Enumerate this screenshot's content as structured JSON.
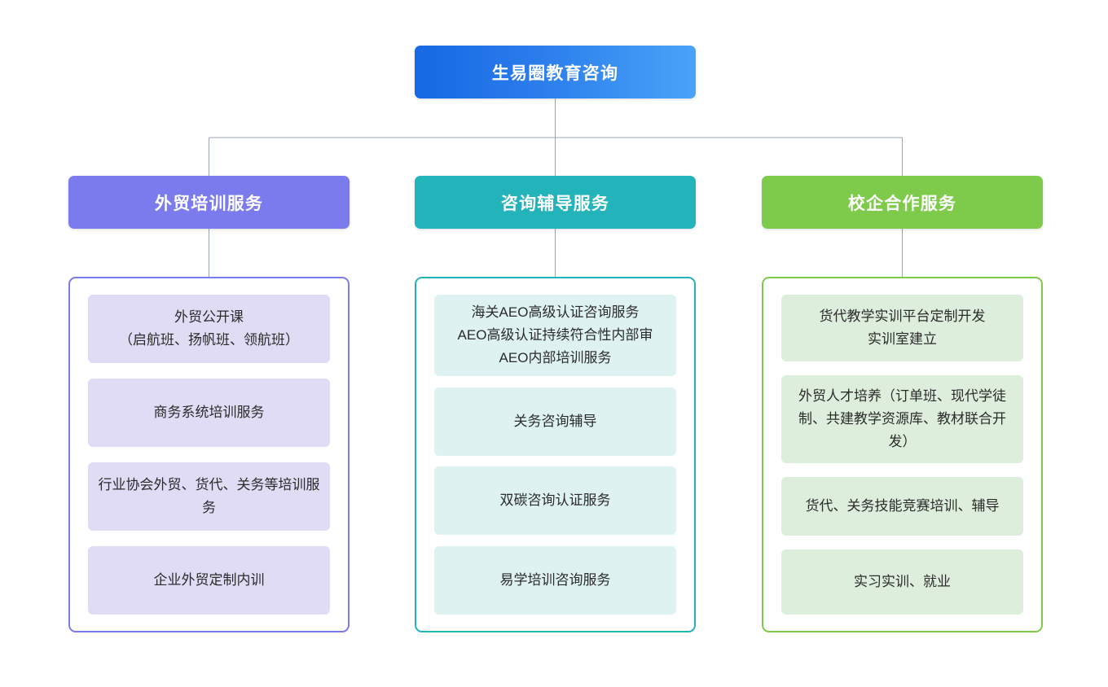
{
  "chart_data": {
    "type": "diagram",
    "diagram_kind": "organization-tree",
    "title": "生易圈教育咨询",
    "root": {
      "label": "生易圈教育咨询",
      "color": "#1668e3",
      "color_end": "#49a3f7"
    },
    "branches": [
      {
        "id": "branch-foreign-trade-training",
        "label": "外贸培训服务",
        "header_color": "#7b7bee",
        "border_color": "#7b7bee",
        "card_color": "#e0dcf5",
        "items": [
          "外贸公开课\n（启航班、扬帆班、领航班）",
          "商务系统培训服务",
          "行业协会外贸、货代、关务等培训服务",
          "企业外贸定制内训"
        ]
      },
      {
        "id": "branch-consulting-tutoring",
        "label": "咨询辅导服务",
        "header_color": "#23b4bb",
        "border_color": "#23b4bb",
        "card_color": "#dff2f2",
        "items": [
          "海关AEO高级认证咨询服务\nAEO高级认证持续符合性内部审\nAEO内部培训服务",
          "关务咨询辅导",
          "双碳咨询认证服务",
          "易学培训咨询服务"
        ]
      },
      {
        "id": "branch-school-enterprise",
        "label": "校企合作服务",
        "header_color": "#7ecb4b",
        "border_color": "#7ecb4b",
        "card_color": "#ddeedc",
        "items": [
          "货代教学实训平台定制开发\n实训室建立",
          "外贸人才培养（订单班、现代学徒制、共建教学资源库、教材联合开发）",
          "货代、关务技能竞赛培训、辅导",
          "实习实训、就业"
        ]
      }
    ],
    "connector_color": "#9aa4b2",
    "background": "#ffffff"
  }
}
